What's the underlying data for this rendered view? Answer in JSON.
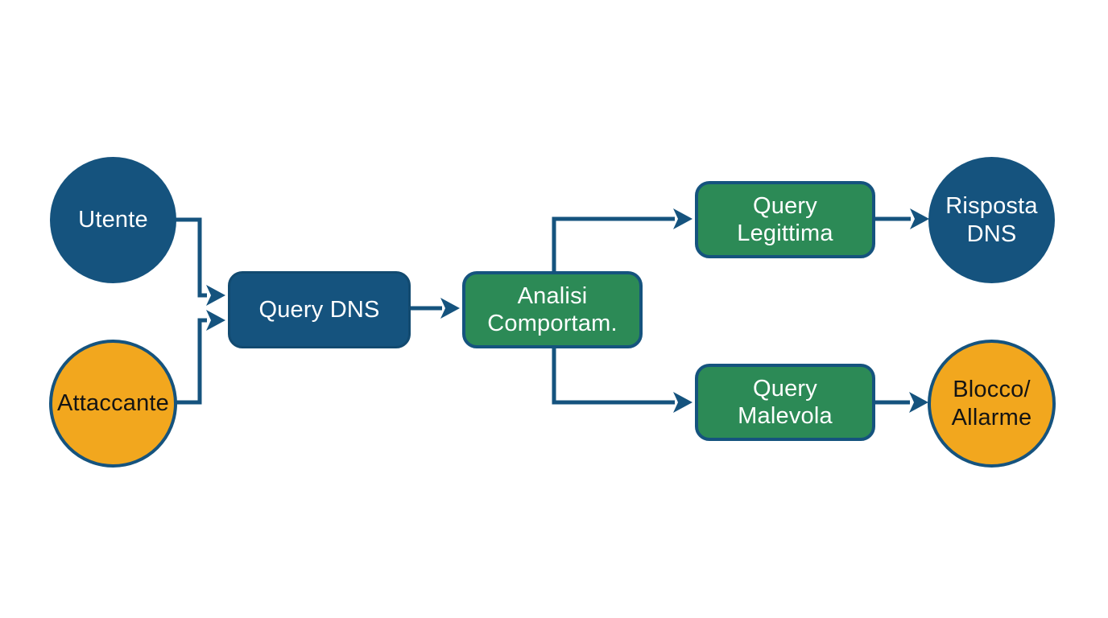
{
  "diagram": {
    "title": "DNS query behavioral analysis flowchart",
    "colors": {
      "node_blue": "#15537E",
      "node_green": "#2C8A56",
      "node_orange": "#F2A71E",
      "border_blue": "#15537E",
      "arrow": "#15537E",
      "text_light": "#FFFFFF",
      "text_dark": "#141414",
      "background": "#FFFFFF"
    },
    "nodes": {
      "utente": {
        "label": "Utente",
        "shape": "circle",
        "color": "blue"
      },
      "attaccante": {
        "label": "Attaccante",
        "shape": "circle",
        "color": "orange"
      },
      "query_dns": {
        "label": "Query DNS",
        "shape": "rect",
        "color": "blue"
      },
      "analisi": {
        "line1": "Analisi",
        "line2": "Comportam.",
        "shape": "rect",
        "color": "green"
      },
      "query_legittima": {
        "line1": "Query",
        "line2": "Legittima",
        "shape": "rect",
        "color": "green"
      },
      "query_malevola": {
        "line1": "Query",
        "line2": "Malevola",
        "shape": "rect",
        "color": "green"
      },
      "risposta_dns": {
        "line1": "Risposta",
        "line2": "DNS",
        "shape": "circle",
        "color": "blue"
      },
      "blocco_allarme": {
        "line1": "Blocco/",
        "line2": "Allarme",
        "shape": "circle",
        "color": "orange"
      }
    },
    "edges": [
      {
        "from": "utente",
        "to": "query_dns"
      },
      {
        "from": "attaccante",
        "to": "query_dns"
      },
      {
        "from": "query_dns",
        "to": "analisi"
      },
      {
        "from": "analisi",
        "to": "query_legittima"
      },
      {
        "from": "analisi",
        "to": "query_malevola"
      },
      {
        "from": "query_legittima",
        "to": "risposta_dns"
      },
      {
        "from": "query_malevola",
        "to": "blocco_allarme"
      }
    ]
  }
}
